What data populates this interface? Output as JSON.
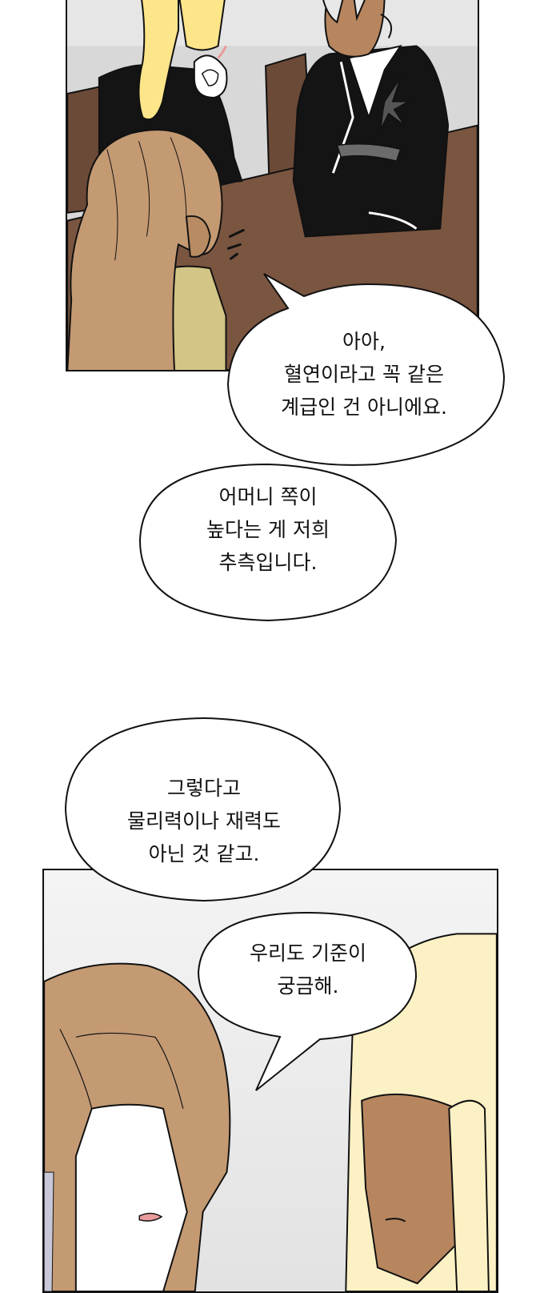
{
  "bubbles": [
    {
      "lines": [
        "아아,",
        "혈연이라고 꼭 같은",
        "계급인 건 아니에요."
      ]
    },
    {
      "lines": [
        "어머니 쪽이",
        "높다는 게 저희",
        "추측입니다."
      ]
    },
    {
      "lines": [
        "그렇다고",
        "물리력이나 재력도",
        "아닌 것 같고."
      ]
    },
    {
      "lines": [
        "우리도 기준이",
        "궁금해."
      ]
    }
  ],
  "colors": {
    "table": "#7a5540",
    "hair_brown": "#c49a73",
    "hair_blonde": "#fde58a",
    "hair_light": "#fcf1c4",
    "skin_dark": "#b7865f",
    "coat_black": "#141414",
    "cardigan": "#d2c586",
    "mouth": "#e89a9a"
  },
  "icons": [
    "speech-bubble",
    "motion-lines"
  ]
}
